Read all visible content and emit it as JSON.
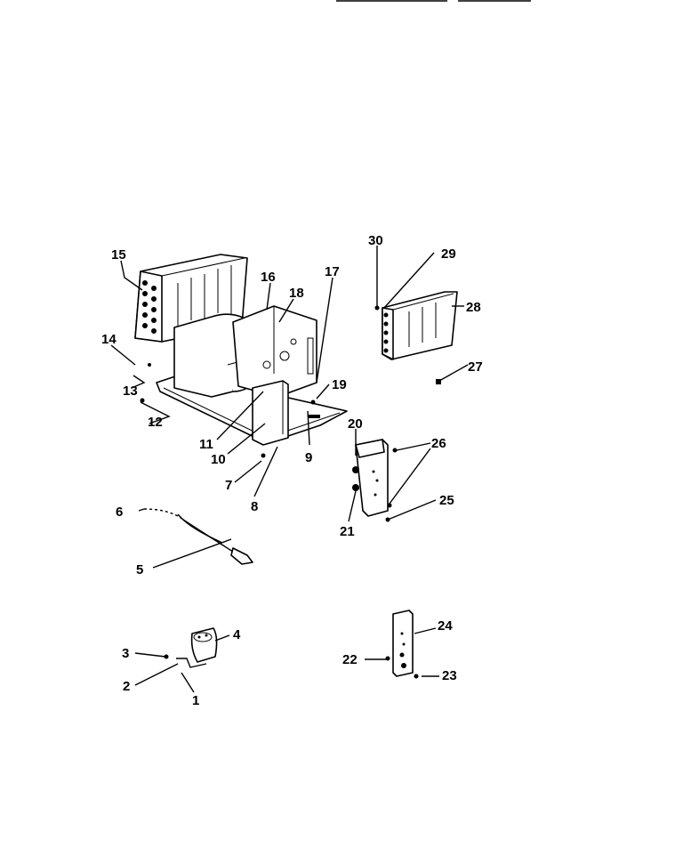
{
  "callouts": [
    {
      "id": "1",
      "text": "1"
    },
    {
      "id": "2",
      "text": "2"
    },
    {
      "id": "3",
      "text": "3"
    },
    {
      "id": "4",
      "text": "4"
    },
    {
      "id": "5",
      "text": "5"
    },
    {
      "id": "6",
      "text": "6"
    },
    {
      "id": "7",
      "text": "7"
    },
    {
      "id": "8",
      "text": "8"
    },
    {
      "id": "9",
      "text": "9"
    },
    {
      "id": "10",
      "text": "10"
    },
    {
      "id": "11",
      "text": "11"
    },
    {
      "id": "12",
      "text": "12"
    },
    {
      "id": "13",
      "text": "13"
    },
    {
      "id": "14",
      "text": "14"
    },
    {
      "id": "15",
      "text": "15"
    },
    {
      "id": "16",
      "text": "16"
    },
    {
      "id": "17",
      "text": "17"
    },
    {
      "id": "18",
      "text": "18"
    },
    {
      "id": "19",
      "text": "19"
    },
    {
      "id": "20",
      "text": "20"
    },
    {
      "id": "21",
      "text": "21"
    },
    {
      "id": "22",
      "text": "22"
    },
    {
      "id": "23",
      "text": "23"
    },
    {
      "id": "24",
      "text": "24"
    },
    {
      "id": "25",
      "text": "25"
    },
    {
      "id": "26",
      "text": "26"
    },
    {
      "id": "27",
      "text": "27"
    },
    {
      "id": "28",
      "text": "28"
    },
    {
      "id": "29",
      "text": "29"
    },
    {
      "id": "30",
      "text": "30"
    }
  ]
}
